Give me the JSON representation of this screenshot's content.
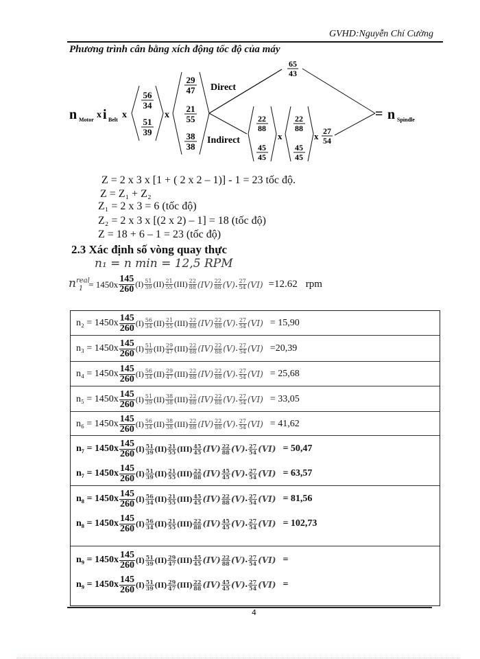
{
  "header": {
    "text": "GVHD:Nguyễn Chí Cường"
  },
  "section_title": "Phương trình cân bằng xích động tốc độ của máy",
  "diagram": {
    "n_motor": "n",
    "n_motor_sub": "Motor",
    "i_belt": "i",
    "i_belt_sub": "Belt",
    "x": "x",
    "group1": [
      [
        "56",
        "34"
      ],
      [
        "51",
        "39"
      ]
    ],
    "group2": [
      [
        "29",
        "47"
      ],
      [
        "21",
        "55"
      ],
      [
        "38",
        "38"
      ]
    ],
    "direct_label": "Direct",
    "indirect_label": "Indirect",
    "direct_ratio": [
      "65",
      "43"
    ],
    "group3": [
      [
        "22",
        "88"
      ],
      [
        "45",
        "45"
      ]
    ],
    "group4": [
      [
        "22",
        "88"
      ],
      [
        "45",
        "45"
      ]
    ],
    "final_ratio": [
      "27",
      "54"
    ],
    "equals": "=",
    "n_spindle": "n",
    "n_spindle_sub": "Spindle"
  },
  "z_lines": [
    "Z = 2 x 3 x  [1 + ( 2 x 2 – 1)] - 1  = 23 tốc độ.",
    "Z =    Z₁ + Z₂",
    "Z₁ = 2 x 3 = 6 (tốc độ)",
    "Z₂ =  2 x 3 x [(2 x 2) – 1] = 18 (tốc độ)",
    "Z = 18 + 6 – 1  = 23 (tốc độ)"
  ],
  "subsection_title": "2.3 Xác định số vòng quay thực",
  "n1_line": "n₁ = n min = 12,5 RPM",
  "n1_real": {
    "lhs": "n",
    "sup": "real",
    "sub": "1",
    "motor": "= 1450x",
    "belt": [
      "145",
      "260"
    ],
    "ratios": [
      [
        "51",
        "39"
      ],
      [
        "21",
        "55"
      ],
      [
        "22",
        "88"
      ],
      [
        "22",
        "88"
      ],
      [
        "27",
        "54"
      ]
    ],
    "stages": [
      "(I)",
      "(II)",
      "(III)",
      "(IV)",
      "(V)",
      "(VI)"
    ],
    "result": "=12.62",
    "unit": "rpm"
  },
  "table_rows": [
    {
      "label": "n₂",
      "ratios": [
        [
          "56",
          "34"
        ],
        [
          "21",
          "55"
        ],
        [
          "22",
          "88"
        ],
        [
          "22",
          "88"
        ],
        [
          "27",
          "54"
        ]
      ],
      "result": "= 15,90",
      "bold": false
    },
    {
      "label": "n₃",
      "ratios": [
        [
          "51",
          "39"
        ],
        [
          "29",
          "47"
        ],
        [
          "22",
          "88"
        ],
        [
          "22",
          "88"
        ],
        [
          "27",
          "54"
        ]
      ],
      "result": "=20,39",
      "bold": false
    },
    {
      "label": "n₄",
      "ratios": [
        [
          "56",
          "34"
        ],
        [
          "29",
          "47"
        ],
        [
          "22",
          "88"
        ],
        [
          "22",
          "88"
        ],
        [
          "27",
          "54"
        ]
      ],
      "result": "=  25,68",
      "bold": false
    },
    {
      "label": "n₅",
      "ratios": [
        [
          "51",
          "39"
        ],
        [
          "38",
          "38"
        ],
        [
          "22",
          "88"
        ],
        [
          "22",
          "88"
        ],
        [
          "27",
          "54"
        ]
      ],
      "result": "=  33,05",
      "bold": false
    },
    {
      "label": "n₆",
      "ratios": [
        [
          "56",
          "34"
        ],
        [
          "38",
          "38"
        ],
        [
          "22",
          "88"
        ],
        [
          "22",
          "88"
        ],
        [
          "27",
          "54"
        ]
      ],
      "result": "= 41,62",
      "bold": false
    },
    {
      "label": "n₇",
      "ratios": [
        [
          "51",
          "39"
        ],
        [
          "21",
          "55"
        ],
        [
          "45",
          "45"
        ],
        [
          "22",
          "88"
        ],
        [
          "27",
          "54"
        ]
      ],
      "result": "= 50,47",
      "bold": true
    },
    {
      "label": "n₇",
      "ratios": [
        [
          "51",
          "39"
        ],
        [
          "21",
          "55"
        ],
        [
          "22",
          "88"
        ],
        [
          "45",
          "45"
        ],
        [
          "27",
          "54"
        ]
      ],
      "result": "= 63,57",
      "bold": true
    },
    {
      "label": "n₈",
      "ratios": [
        [
          "56",
          "34"
        ],
        [
          "21",
          "55"
        ],
        [
          "45",
          "45"
        ],
        [
          "22",
          "88"
        ],
        [
          "27",
          "54"
        ]
      ],
      "result": "= 81,56",
      "bold": true
    },
    {
      "label": "n₈",
      "ratios": [
        [
          "56",
          "34"
        ],
        [
          "21",
          "55"
        ],
        [
          "22",
          "88"
        ],
        [
          "45",
          "45"
        ],
        [
          "27",
          "54"
        ]
      ],
      "result": "= 102,73",
      "bold": true
    },
    {
      "label": "n₉",
      "ratios": [
        [
          "51",
          "39"
        ],
        [
          "29",
          "47"
        ],
        [
          "45",
          "45"
        ],
        [
          "22",
          "88"
        ],
        [
          "27",
          "54"
        ]
      ],
      "result": "=",
      "bold": true
    },
    {
      "label": "n₉",
      "ratios": [
        [
          "51",
          "39"
        ],
        [
          "29",
          "47"
        ],
        [
          "22",
          "88"
        ],
        [
          "45",
          "45"
        ],
        [
          "27",
          "54"
        ]
      ],
      "result": "=",
      "bold": true
    }
  ],
  "common": {
    "motor": "= 1450x",
    "belt": [
      "145",
      "260"
    ],
    "stages": [
      "(I)",
      "(II)",
      "(III)",
      "(IV)",
      "(V)",
      "(VI)"
    ]
  },
  "page_number": "4"
}
